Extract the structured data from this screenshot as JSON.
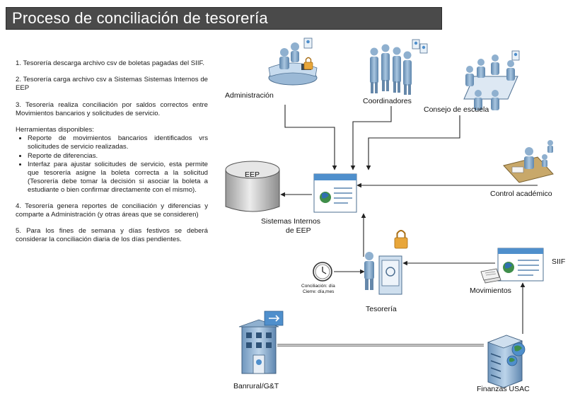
{
  "title": "Proceso de conciliación de tesorería",
  "steps": [
    "1. Tesorería descarga archivo csv de boletas pagadas del SIIF.",
    "2. Tesorería carga archivo csv a Sistemas Sistemas Internos de EEP",
    "3. Tesorería realiza conciliación por saldos correctos entre Movimientos bancarios y solicitudes de servicio."
  ],
  "tools": {
    "heading": "Herramientas disponibles:",
    "items": [
      "Reporte de movimientos bancarios identificados vrs solicitudes de servicio realizadas.",
      "Reporte de diferencias.",
      "Interfaz para ajustar solicitudes de servicio, esta permite que tesorería asigne la boleta correcta a la solicitud (Tesorería debe tomar la decisión si asociar la boleta a estudiante o bien confirmar directamente con el mismo)."
    ]
  },
  "steps_after": [
    "4. Tesorería genera reportes de conciliación y diferencias y comparte a Administración (y otras áreas que se consideren)",
    "5. Para los fines de semana y días festivos se deberá considerar la conciliación diaria de los días pendientes."
  ],
  "nodes": {
    "administracion": "Administración",
    "coordinadores": "Coordinadores",
    "consejo": "Consejo de escuela",
    "eep": "EEP",
    "sistemas_line1": "Sistemas Internos",
    "sistemas_line2": "de EEP",
    "control": "Control académico",
    "siif": "SIIF",
    "movimientos": "Movimientos",
    "tesoreria": "Tesorería",
    "clock_line1": "Conciliación: día",
    "clock_line2": "Cierre: día,mes",
    "banrural": "Banrural/G&T",
    "finanzas": "Finanzas USAC"
  },
  "icons": [
    "receptionist-icon",
    "people-group-icon",
    "meeting-table-icon",
    "database-icon",
    "app-window-icon",
    "padlock-icon",
    "clock-icon",
    "cashier-icon",
    "teacher-desk-icon",
    "document-stack-icon",
    "bank-building-icon",
    "server-globe-icon",
    "user-card-icon"
  ],
  "colors": {
    "title_bg": "#4a4a4a",
    "title_text": "#ffffff",
    "figure": "#7fa6c9",
    "window_header": "#4f8fcc",
    "lock": "#e8a63a"
  }
}
